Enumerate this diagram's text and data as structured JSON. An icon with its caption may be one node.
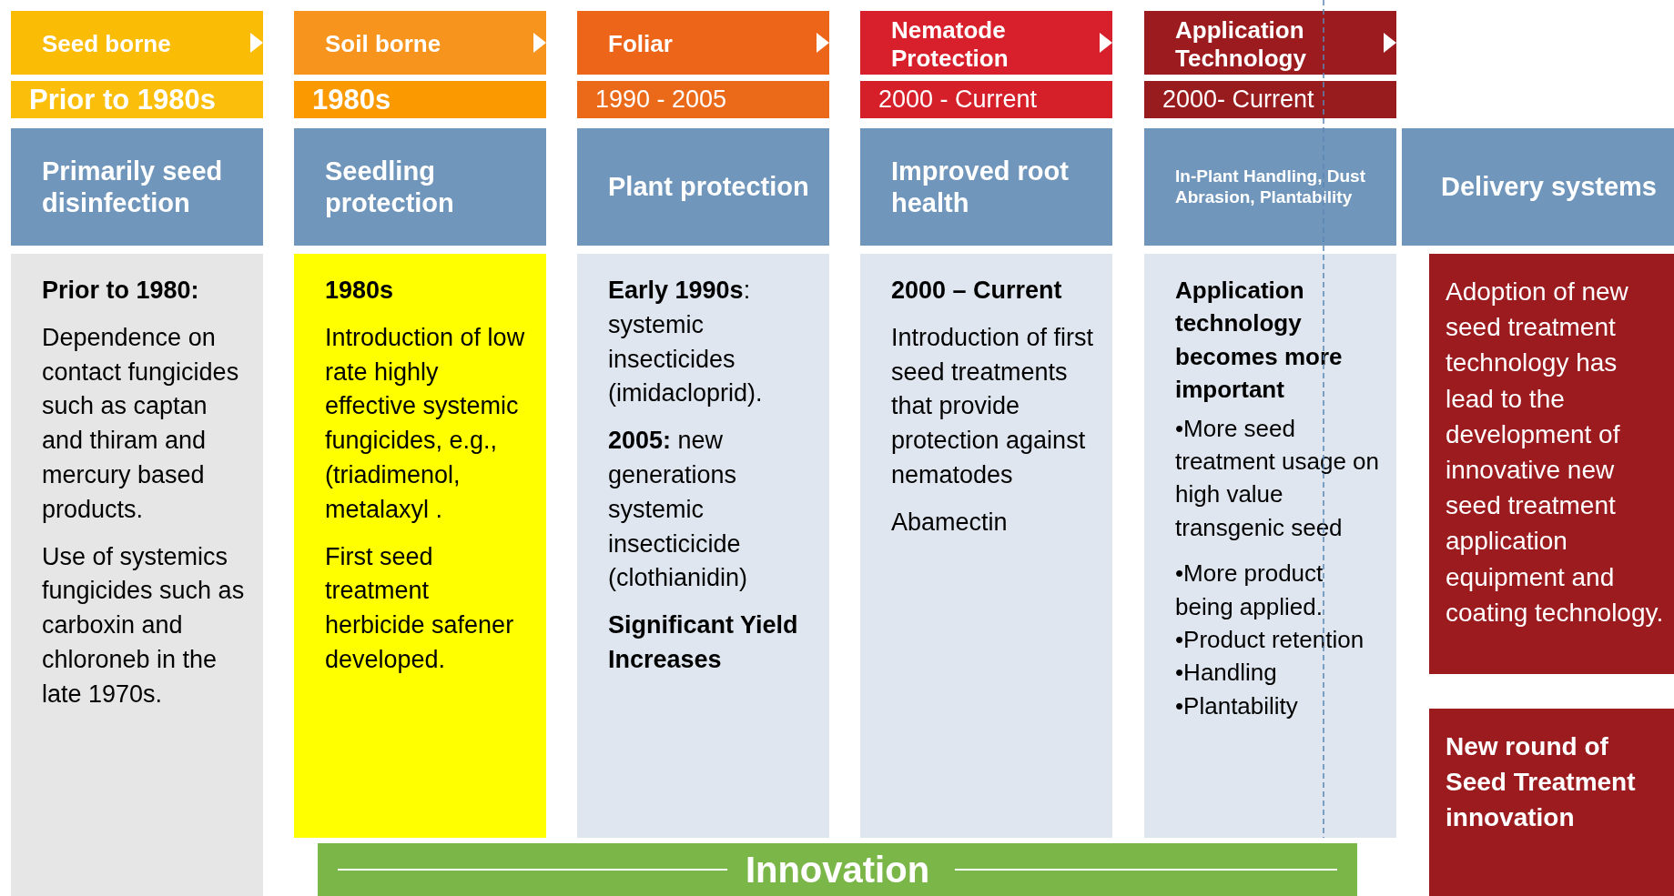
{
  "diagram": {
    "nodes": [
      {
        "text": [
          "Seed borne"
        ]
      },
      {
        "text": [
          "Soil borne"
        ]
      },
      {
        "text": [
          "Foliar"
        ]
      },
      {
        "text": [
          "Nematode Protection"
        ]
      },
      {
        "text": [
          "Application Technology"
        ]
      },
      {
        "text": [
          "Prior to 1980s"
        ]
      },
      {
        "text": [
          "1980s"
        ]
      },
      {
        "text": [
          "1990 - 2005"
        ]
      },
      {
        "text": [
          "2000 - Current"
        ]
      },
      {
        "text": [
          "2000- Current"
        ]
      },
      {
        "text": [
          "Primarily seed disinfection"
        ]
      },
      {
        "text": [
          "Seedling protection"
        ]
      },
      {
        "text": [
          "Plant protection"
        ]
      },
      {
        "text": [
          "Improved root health"
        ]
      },
      {
        "text": [
          "In-Plant Handling, Dust Abrasion, Plantability"
        ]
      },
      {
        "text": [
          "Delivery systems"
        ]
      },
      {
        "text": [
          "Prior to 1980:",
          "Dependence on contact fungicides such as captan and thiram and mercury based products.",
          "Use of systemics fungicides such as carboxin and chloroneb in the late 1970s."
        ]
      },
      {
        "text": [
          "1980s",
          "Introduction of low rate highly effective systemic fungicides, e.g., (triadimenol, metalaxyl .",
          "First seed treatment herbicide safener developed."
        ]
      },
      {
        "text": [
          "**Early 1990s**: systemic insecticides (imidacloprid).",
          "**2005:** new generations systemic insecticicide (clothianidin)",
          "Significant Yield Increases"
        ]
      },
      {
        "text": [
          "2000 – Current",
          "Introduction of first seed treatments that provide protection against nematodes",
          "Abamectin"
        ]
      },
      {
        "text": [
          "Application technology becomes more important",
          "•More seed treatment usage on high value transgenic seed",
          "•More product being applied.",
          "•Product retention",
          "•Handling",
          "•Plantability"
        ]
      },
      {
        "text": [
          "Adoption of new seed treatment technology has lead to the development of innovative new seed treatment application equipment and coating technology."
        ]
      },
      {
        "text": [
          "New round of Seed Treatment innovation"
        ]
      },
      {
        "text": [
          "Innovation"
        ]
      }
    ]
  }
}
